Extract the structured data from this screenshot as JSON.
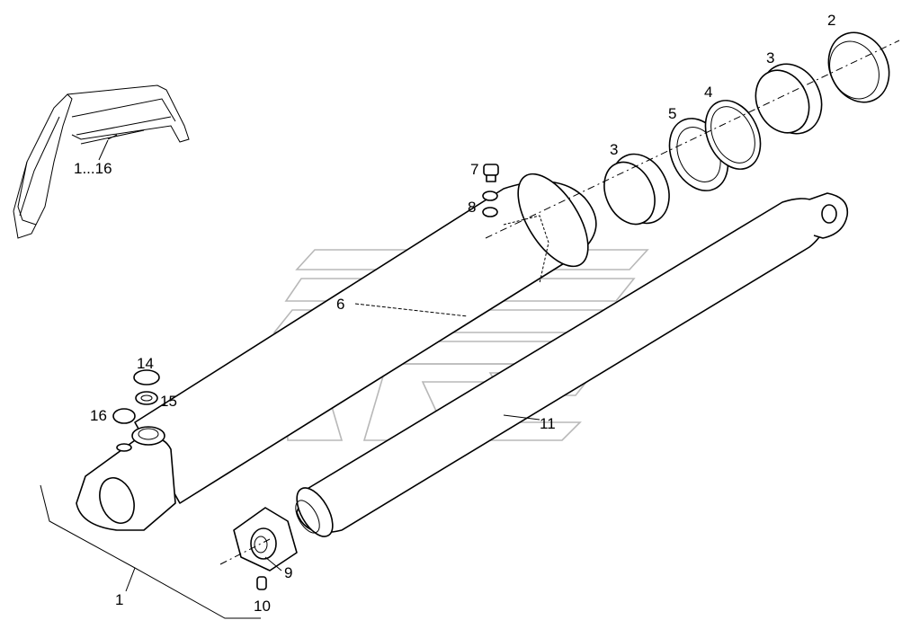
{
  "diagram": {
    "labels": {
      "assembly": "1...16",
      "p1": "1",
      "p2": "2",
      "p3a": "3",
      "p3b": "3",
      "p4": "4",
      "p5": "5",
      "p6": "6",
      "p7": "7",
      "p8": "8",
      "p9": "9",
      "p10": "10",
      "p11": "11",
      "p14": "14",
      "p15": "15",
      "p16": "16"
    }
  }
}
